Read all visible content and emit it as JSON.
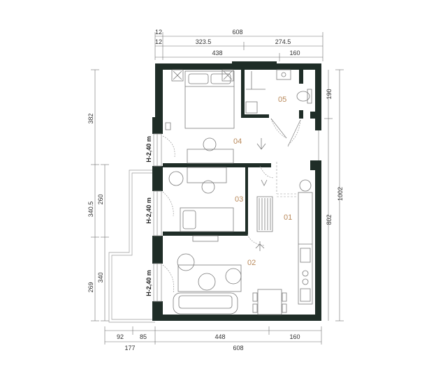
{
  "colors": {
    "wall": "#1f2d27",
    "room_label": "#b9895a",
    "dim_line": "#6f6f6f",
    "furniture": "#7a7a7a",
    "window": "#9a9a9a"
  },
  "dimensions": {
    "top": {
      "row1": [
        "12",
        "608"
      ],
      "row2": [
        "12",
        "323.5",
        "274.5"
      ],
      "row3": [
        "438",
        "160"
      ]
    },
    "bottom": {
      "row1": [
        "92",
        "85",
        "448",
        "160"
      ],
      "row2": [
        "177",
        "608"
      ]
    },
    "left": {
      "outer": [
        "382",
        "340.5",
        "269"
      ],
      "inner": [
        "260",
        "340"
      ]
    },
    "right": {
      "outer": "1002",
      "inner": [
        "190",
        "802"
      ]
    }
  },
  "rooms": [
    {
      "id": "01",
      "label": "01"
    },
    {
      "id": "02",
      "label": "02"
    },
    {
      "id": "03",
      "label": "03"
    },
    {
      "id": "04",
      "label": "04"
    },
    {
      "id": "05",
      "label": "05"
    }
  ],
  "ceiling_heights": [
    "H-2,40 m",
    "H-2,40 m",
    "H-2,40 m"
  ],
  "icons": [
    "bed-icon",
    "sofa-icon",
    "dining-table-icon",
    "toilet-icon",
    "sink-icon",
    "kitchen-counter-icon",
    "plant-icon",
    "door-icon",
    "window-icon"
  ]
}
